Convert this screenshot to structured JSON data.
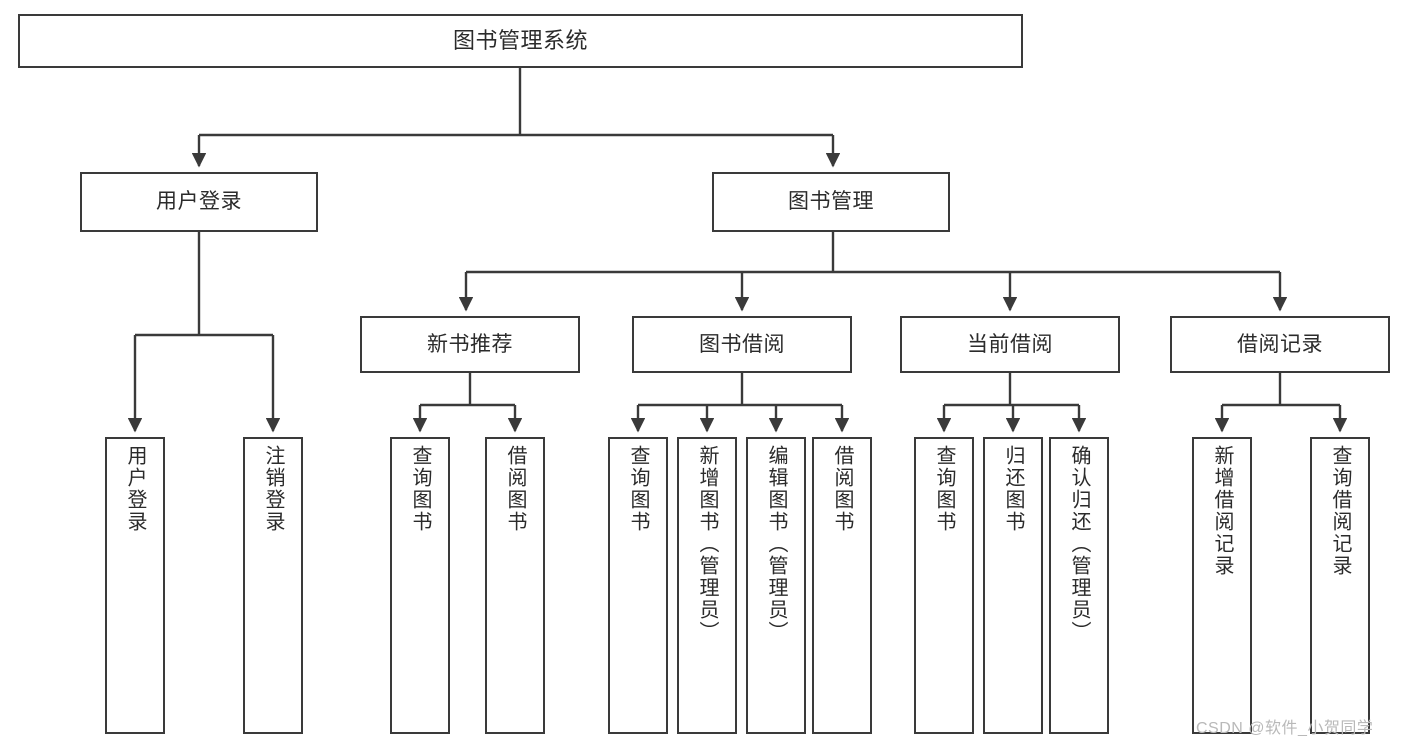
{
  "diagram": {
    "type": "tree",
    "title": "图书管理系统",
    "root": {
      "label": "图书管理系统"
    },
    "level2": [
      {
        "label": "用户登录"
      },
      {
        "label": "图书管理"
      }
    ],
    "level3": [
      {
        "label": "新书推荐"
      },
      {
        "label": "图书借阅"
      },
      {
        "label": "当前借阅"
      },
      {
        "label": "借阅记录"
      }
    ],
    "leaves": {
      "user_login": [
        {
          "label": "用户登录"
        },
        {
          "label": "注销登录"
        }
      ],
      "new_book_recommend": [
        {
          "label": "查询图书"
        },
        {
          "label": "借阅图书"
        }
      ],
      "book_borrow": [
        {
          "label": "查询图书"
        },
        {
          "label": "新增图书（管理员）"
        },
        {
          "label": "编辑图书（管理员）"
        },
        {
          "label": "借阅图书"
        }
      ],
      "current_borrow": [
        {
          "label": "查询图书"
        },
        {
          "label": "归还图书"
        },
        {
          "label": "确认归还（管理员）"
        }
      ],
      "borrow_record": [
        {
          "label": "新增借阅记录"
        },
        {
          "label": "查询借阅记录"
        }
      ]
    },
    "watermark": "CSDN @软件_小贺同学",
    "colors": {
      "stroke": "#3a3a3a",
      "text": "#2b2b2b",
      "background": "#ffffff",
      "watermark": "#b9b9b9"
    }
  }
}
